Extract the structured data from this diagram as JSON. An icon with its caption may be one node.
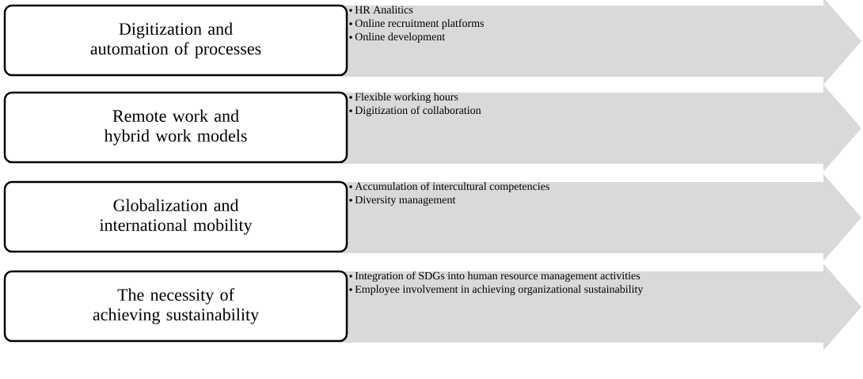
{
  "diagram": {
    "nodes": [
      {
        "text": [
          "Digitization and automation of processes"
        ]
      },
      {
        "text": [
          "HR Analitics",
          "Online recruitment platforms",
          "Online development"
        ]
      },
      {
        "text": [
          "Remote work and hybrid work models"
        ]
      },
      {
        "text": [
          "Flexible working hours",
          "Digitization of collaboration"
        ]
      },
      {
        "text": [
          "Globalization and international mobility"
        ]
      },
      {
        "text": [
          "Accumulation of intercultural competencies",
          "Diversity management"
        ]
      },
      {
        "text": [
          "The necessity of achieving sustainability"
        ]
      },
      {
        "text": [
          "Integration of SDGs into human resource management activities",
          "Employee involvement in achieving organizational sustainability"
        ]
      }
    ]
  }
}
